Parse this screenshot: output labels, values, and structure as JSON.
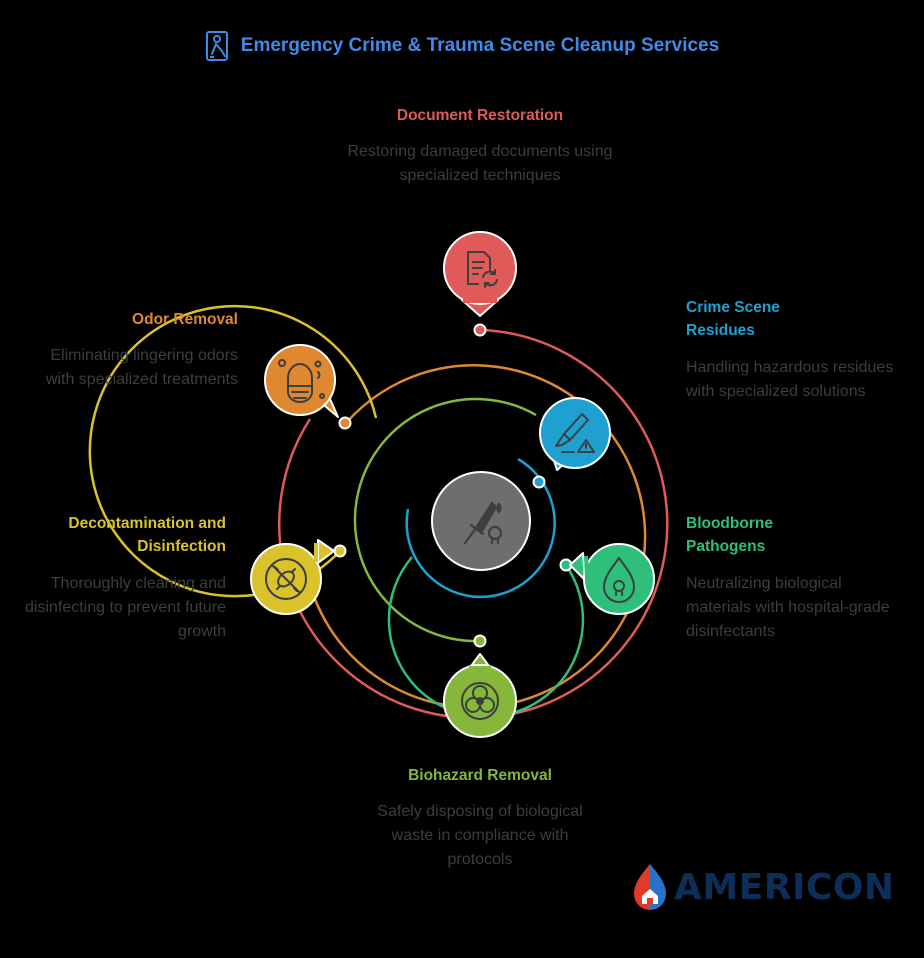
{
  "title": "Emergency Crime & Trauma Scene Cleanup Services",
  "center_icon": "knife-blood-skull-icon",
  "items": [
    {
      "label": "Document Restoration",
      "description": "Restoring damaged documents using specialized techniques",
      "color": "#e05a5a",
      "icon": "document-refresh-icon"
    },
    {
      "label": "Crime Scene Residues",
      "description": "Handling hazardous residues with specialized solutions",
      "color": "#1ea0d0",
      "icon": "scalpel-warning-icon"
    },
    {
      "label": "Bloodborne Pathogens",
      "description": "Neutralizing biological materials with hospital-grade disinfectants",
      "color": "#2ebf7a",
      "icon": "blood-drop-skull-icon"
    },
    {
      "label": "Biohazard Removal",
      "description": "Safely disposing of biological waste in compliance with protocols",
      "color": "#85b73a",
      "icon": "biohazard-icon"
    },
    {
      "label": "Decontamination and Disinfection",
      "description": "Thoroughly cleaning and disinfecting to prevent future growth",
      "color": "#d9c22a",
      "icon": "no-germs-icon"
    },
    {
      "label": "Odor Removal",
      "description": "Eliminating lingering odors with specialized treatments",
      "color": "#e08830",
      "icon": "mask-face-icon"
    }
  ],
  "logo": {
    "text": "AMERICON",
    "colors": {
      "navy": "#0e2e5a",
      "red": "#e23a2a",
      "blue": "#2a72c8"
    }
  }
}
